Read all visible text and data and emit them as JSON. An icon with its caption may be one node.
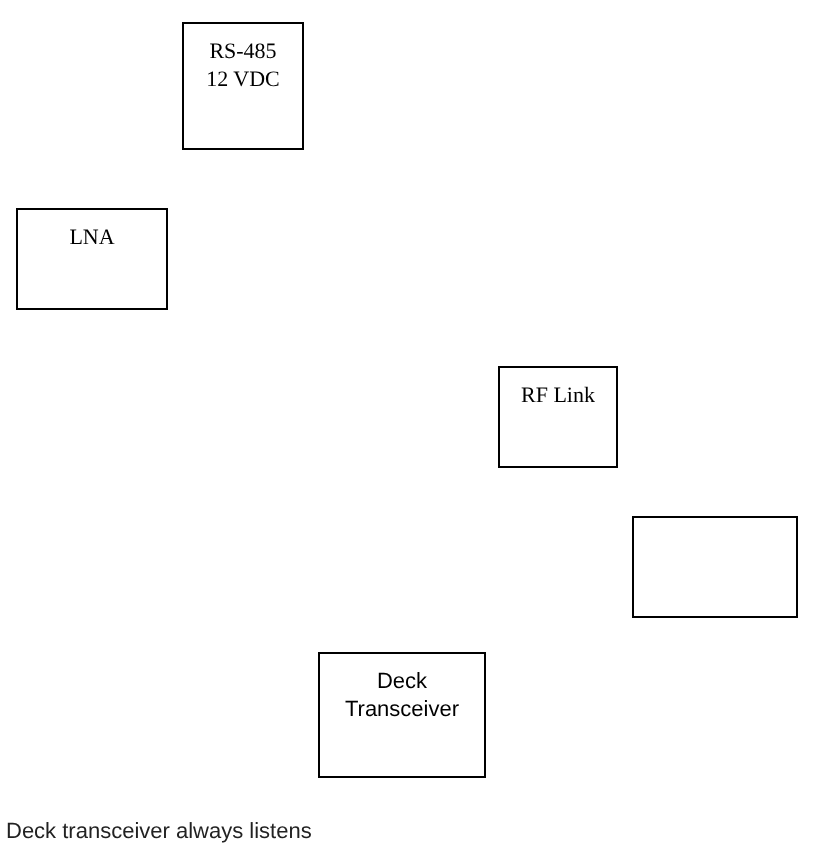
{
  "diagram": {
    "nodes": [
      {
        "text": [
          "RS-485 12 VDC"
        ]
      },
      {
        "text": [
          "LNA"
        ]
      },
      {
        "text": [
          "RF Link"
        ]
      },
      {
        "text": [],
        "shape": "box"
      },
      {
        "text": [
          "Deck Transceiver"
        ]
      }
    ],
    "labels": [
      "Deck transceiver always listens"
    ]
  }
}
